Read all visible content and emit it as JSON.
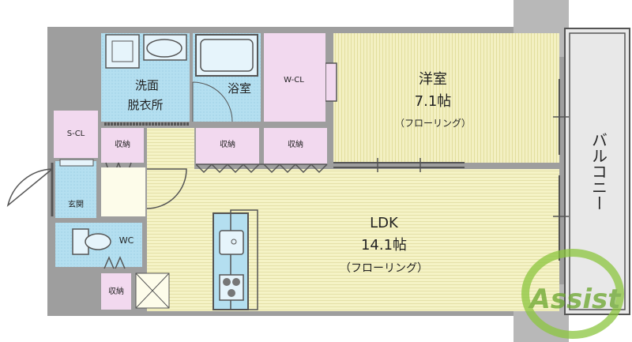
{
  "rooms": {
    "western": {
      "name": "洋室",
      "size": "7.1帖",
      "floor": "（フローリング）"
    },
    "ldk": {
      "name": "LDK",
      "size": "14.1帖",
      "floor": "（フローリング）"
    },
    "washroom": {
      "line1": "洗面",
      "line2": "脱衣所"
    },
    "bath": "浴室",
    "wcl": "W-CL",
    "scl": "S-CL",
    "storage": "収納",
    "entrance": "玄関",
    "wc": "WC",
    "balcony": "バルコニー"
  },
  "watermark": {
    "text": "Assist"
  },
  "colors": {
    "wall": "#9e9e9e",
    "western_floor": "#f3f0c2",
    "ldk_floor": "#f5f3c6",
    "wet_area": "#b4dff0",
    "closet": "#f2d9ef",
    "balcony": "#e8e8e8",
    "watermark": "#8cc63f"
  }
}
